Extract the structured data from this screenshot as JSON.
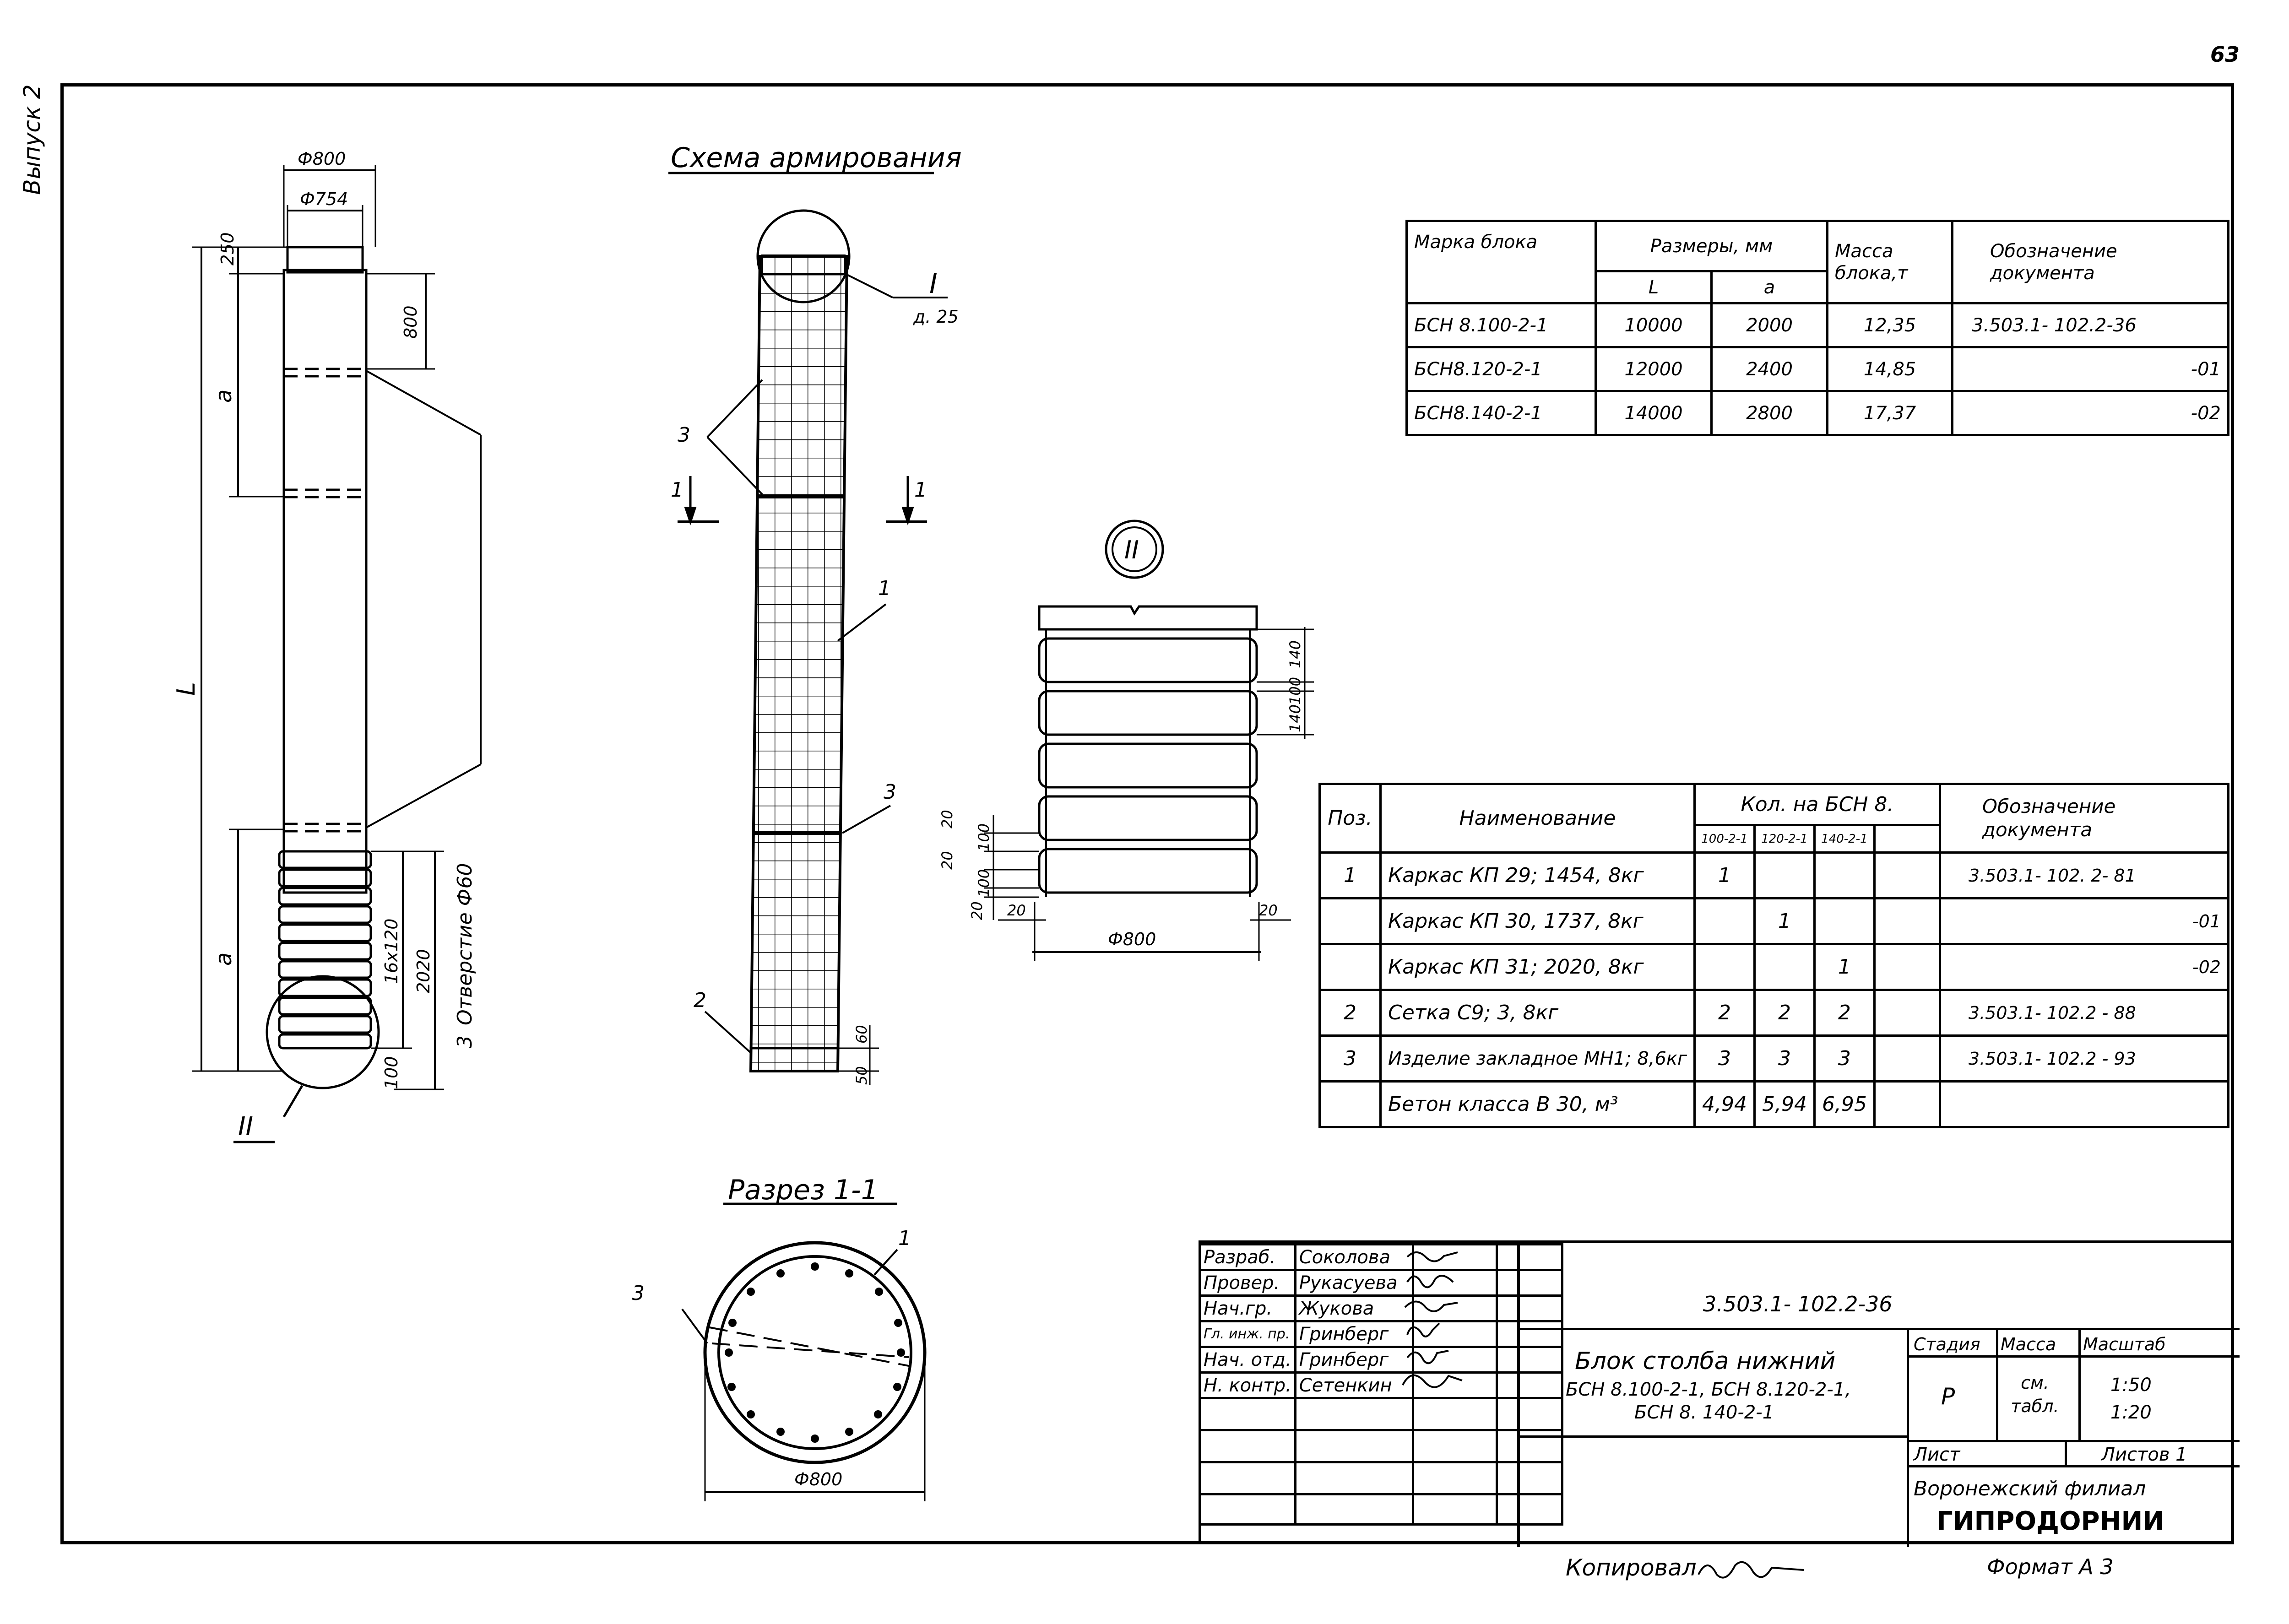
{
  "page_number": "63",
  "edition_label": "Выпуск 2",
  "drawing": {
    "section_title": "Схема армирования",
    "section_cut_title": "Разрез 1-1",
    "elevation": {
      "dim_outer_diameter": "Ф800",
      "dim_inner_diameter": "Ф754",
      "dim_top": "250",
      "dim_800": "800",
      "dim_a_upper": "a",
      "dim_L": "L",
      "dim_a_lower": "a",
      "dim_ribs": "16x120",
      "dim_2020": "2020",
      "dim_bottom": "100",
      "hole_label": "Отверстие Ф60",
      "hole_count": "3",
      "callout_II": "II"
    },
    "reinforcement": {
      "callout_I": "I",
      "callout_I_scale": "д. 25",
      "pos_3a": "3",
      "pos_1": "1",
      "pos_3b": "3",
      "pos_2": "2",
      "cut_left": "1",
      "cut_right": "1",
      "dim_60": "60",
      "dim_50": "50"
    },
    "detail_II": {
      "title": "II",
      "dim_140a": "140",
      "dim_100": "100",
      "dim_140b": "140",
      "dim_l20": "20",
      "dim_l100": "100",
      "dim_l20b": "20",
      "dim_l100b": "100",
      "dim_l20c": "20",
      "dim_bottom_left": "20",
      "dim_bottom_right": "20",
      "dim_diameter": "Ф800"
    },
    "section_cut": {
      "pos_1": "1",
      "pos_3": "3",
      "dim_diameter": "Ф800"
    }
  },
  "table_blocks": {
    "headers": {
      "mark": "Марка блока",
      "sizes": "Размеры,   мм",
      "L": "L",
      "a": "a",
      "mass": "Масса блока,т",
      "doc": "Обозначение документа"
    },
    "rows": [
      {
        "mark": "БСН 8.100-2-1",
        "L": "10000",
        "a": "2000",
        "mass": "12,35",
        "doc": "3.503.1- 102.2-36"
      },
      {
        "mark": "БСН8.120-2-1",
        "L": "12000",
        "a": "2400",
        "mass": "14,85",
        "doc": "-01"
      },
      {
        "mark": "БСН8.140-2-1",
        "L": "14000",
        "a": "2800",
        "mass": "17,37",
        "doc": "-02"
      }
    ]
  },
  "table_spec": {
    "headers": {
      "pos": "Поз.",
      "name": "Наименование",
      "qty": "Кол. на БСН 8.",
      "q1": "100-2-1",
      "q2": "120-2-1",
      "q3": "140-2-1",
      "doc": "Обозначение документа"
    },
    "rows": [
      {
        "pos": "1",
        "name": "Каркас КП 29;  1454, 8кг",
        "q1": "1",
        "q2": "",
        "q3": "",
        "doc": "3.503.1- 102. 2- 81"
      },
      {
        "pos": "",
        "name": "Каркас КП 30,  1737, 8кг",
        "q1": "",
        "q2": "1",
        "q3": "",
        "doc": "-01"
      },
      {
        "pos": "",
        "name": "Каркас КП 31;  2020, 8кг",
        "q1": "",
        "q2": "",
        "q3": "1",
        "doc": "-02"
      },
      {
        "pos": "2",
        "name": "Сетка  С9;   3, 8кг",
        "q1": "2",
        "q2": "2",
        "q3": "2",
        "doc": "3.503.1- 102.2 - 88"
      },
      {
        "pos": "3",
        "name": "Изделие закладное МН1; 8,6кг",
        "q1": "3",
        "q2": "3",
        "q3": "3",
        "doc": "3.503.1- 102.2 - 93"
      },
      {
        "pos": "",
        "name": "Бетон  класса  В 30,  м³",
        "q1": "4,94",
        "q2": "5,94",
        "q3": "6,95",
        "doc": ""
      }
    ]
  },
  "title_block": {
    "people": [
      {
        "role": "Разраб.",
        "name": "Соколова"
      },
      {
        "role": "Провер.",
        "name": "Рукасуева"
      },
      {
        "role": "Нач.гр.",
        "name": "Жукова"
      },
      {
        "role": "Гл. инж. пр.",
        "name": "Гринберг"
      },
      {
        "role": "Нач. отд.",
        "name": "Гринберг"
      },
      {
        "role": "Н. контр.",
        "name": "Сетенкин"
      }
    ],
    "doc_code": "3.503.1-  102.2-36",
    "title_line1": "Блок  столба  нижний",
    "title_line2": "БСН 8.100-2-1,  БСН 8.120-2-1,",
    "title_line3": "БСН 8. 140-2-1",
    "stage_label": "Стадия",
    "mass_label": "Масса",
    "scale_label": "Масштаб",
    "stage_value": "Р",
    "mass_value": "см. табл.",
    "scale_value_1": "1:50",
    "scale_value_2": "1:20",
    "sheet_label": "Лист",
    "sheets_label": "Листов 1",
    "org_line1": "Воронежский филиал",
    "org_line2": "ГИПРОДОРНИИ"
  },
  "footer": {
    "copied_by": "Копировал",
    "format": "Формат А 3"
  }
}
